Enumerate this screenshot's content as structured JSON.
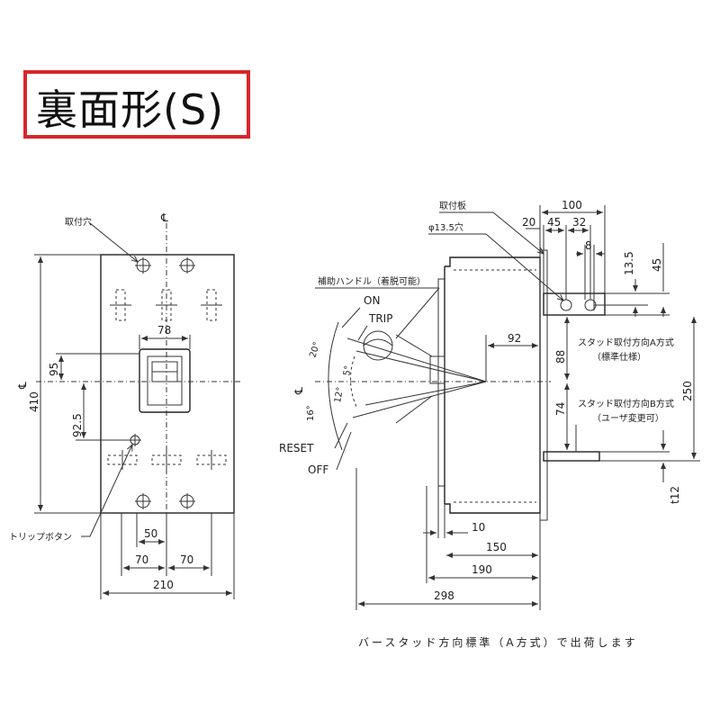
{
  "title": "裏面形(S)",
  "footer_note": "バースタッド方向標準（A方式）で出荷します",
  "front_view": {
    "labels": {
      "mounting_hole": "取付穴",
      "trip_button": "トリップボタン",
      "centerline_top": "℄",
      "centerline_left": "℄"
    },
    "dimensions": {
      "height_total": "410",
      "upper_offset": "95",
      "lower_offset": "92.5",
      "handle_window": "78",
      "pitch_center": "50",
      "pitch_left": "70",
      "pitch_right": "70",
      "width_total": "210"
    }
  },
  "side_view": {
    "labels": {
      "mounting_plate": "取付板",
      "hole_diameter": "φ13.5穴",
      "aux_handle": "補助ハンドル（着脱可能）",
      "on": "ON",
      "trip": "TRIP",
      "reset": "RESET",
      "off": "OFF",
      "centerline": "℄",
      "stud_a_title": "スタッド取付方向A方式",
      "stud_a_note": "（標準仕様）",
      "stud_b_title": "スタッド取付方向B方式",
      "stud_b_note": "（ユーザ変更可）"
    },
    "angles": {
      "a20": "20°",
      "a16": "16°",
      "a12": "12°",
      "a5": "5°"
    },
    "dimensions": {
      "top_total": "100",
      "top_20": "20",
      "top_45": "45",
      "top_32": "32",
      "top_8": "8",
      "v_13_5": "13.5",
      "v_45": "45",
      "h_92": "92",
      "v_88": "88",
      "v_74": "74",
      "v_250": "250",
      "t12": "t12",
      "b_10": "10",
      "b_150": "150",
      "b_190": "190",
      "b_298": "298"
    }
  }
}
